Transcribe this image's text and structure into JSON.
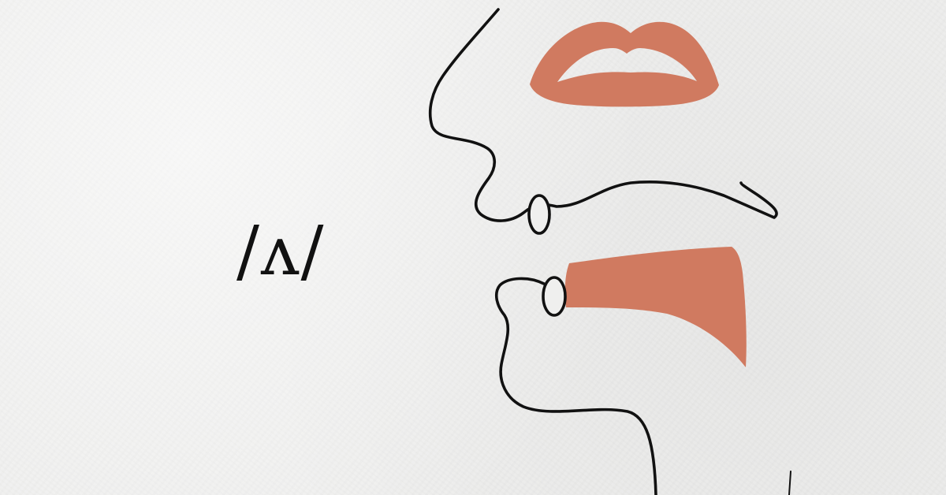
{
  "phoneme": {
    "symbol": "/ʌ/"
  },
  "colors": {
    "paper": "#efefee",
    "line": "#111111",
    "accent": "#d07a60"
  },
  "illustration": {
    "subject": "side-profile-mouth-articulation",
    "parts": [
      "lips-icon",
      "nose-lip-outline",
      "upper-teeth",
      "lower-teeth",
      "tongue-shape",
      "chin-outline"
    ]
  }
}
